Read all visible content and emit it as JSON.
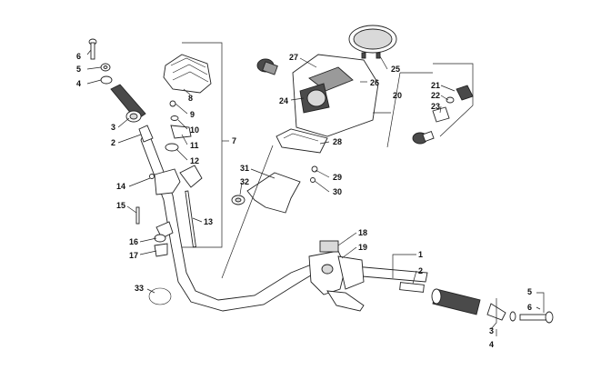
{
  "callouts": {
    "c1": "1",
    "c2a": "2",
    "c2b": "2",
    "c3a": "3",
    "c3b": "3",
    "c4a": "4",
    "c4b": "4",
    "c5a": "5",
    "c5b": "5",
    "c6a": "6",
    "c6b": "6",
    "c7": "7",
    "c8": "8",
    "c9": "9",
    "c10": "10",
    "c11": "11",
    "c12": "12",
    "c13": "13",
    "c14": "14",
    "c15": "15",
    "c16": "16",
    "c17": "17",
    "c18": "18",
    "c19": "19",
    "c20": "20",
    "c21": "21",
    "c22": "22",
    "c23": "23",
    "c24": "24",
    "c25": "25",
    "c26": "26",
    "c27": "27",
    "c28": "28",
    "c29": "29",
    "c30": "30",
    "c31": "31",
    "c32": "32",
    "c33": "33"
  }
}
